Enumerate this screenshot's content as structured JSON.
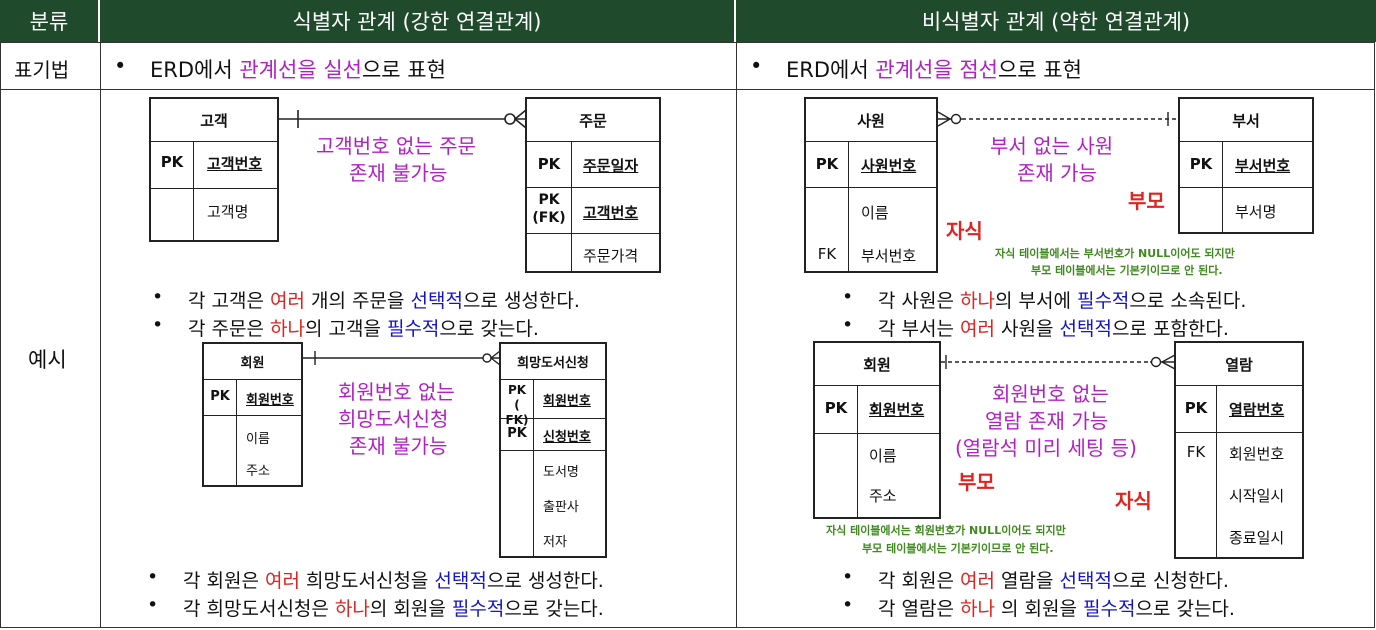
{
  "header": {
    "col1": "분류",
    "col2": "식별자 관계 (강한 연결관계)",
    "col3": "비식별자 관계 (약한 연결관계)"
  },
  "notation": {
    "label": "표기법",
    "left": {
      "pre": "ERD에서 ",
      "hl": "관계선을 실선",
      "post": "으로 표현"
    },
    "right": {
      "pre": "ERD에서 ",
      "hl": "관계선을 점선",
      "post": "으로 표현"
    }
  },
  "example_label": "예시",
  "left": {
    "d1": {
      "customer": {
        "title": "고객",
        "pk": "PK",
        "pk_attr": "고객번호",
        "attr": "고객명"
      },
      "order": {
        "title": "주문",
        "pk1": "PK",
        "pk1_attr": "주문일자",
        "pk2a": "PK",
        "pk2b": "(FK)",
        "pk2_attr": "고객번호",
        "attr": "주문가격"
      },
      "note1": "고객번호 없는 주문",
      "note2": "존재 불가능",
      "s1": {
        "a": "각 고객은 ",
        "b": "여러",
        "c": " 개의 주문을 ",
        "d": "선택적",
        "e": "으로 생성한다."
      },
      "s2": {
        "a": "각 주문은 ",
        "b": "하나",
        "c": "의 고객을 ",
        "d": "필수적",
        "e": "으로 갖는다."
      }
    },
    "d2": {
      "member": {
        "title": "회원",
        "pk": "PK",
        "pk_attr": "회원번호",
        "attr1": "이름",
        "attr2": "주소"
      },
      "request": {
        "title": "희망도서신청",
        "pk1a": "PK",
        "pk1b": "( FK)",
        "pk1_attr": "회원번호",
        "pk2": "PK",
        "pk2_attr": "신청번호",
        "attr1": "도서명",
        "attr2": "출판사",
        "attr3": "저자"
      },
      "note1": "회원번호 없는",
      "note2": "희망도서신청",
      "note3": "존재 불가능",
      "s1": {
        "a": "각 회원은 ",
        "b": "여러",
        "c": " 희망도서신청을 ",
        "d": "선택적",
        "e": "으로 생성한다."
      },
      "s2": {
        "a": "각 희망도서신청은 ",
        "b": "하나",
        "c": "의 회원을 ",
        "d": "필수적",
        "e": "으로 갖는다."
      }
    }
  },
  "right": {
    "d1": {
      "employee": {
        "title": "사원",
        "pk": "PK",
        "pk_attr": "사원번호",
        "attr1": "이름",
        "fk": "FK",
        "fk_attr": "부서번호"
      },
      "dept": {
        "title": "부서",
        "pk": "PK",
        "pk_attr": "부서번호",
        "attr": "부서명"
      },
      "note1": "부서 없는 사원",
      "note2": "존재 가능",
      "parent": "부모",
      "child": "자식",
      "small1": "자식 테이블에서는 부서번호가 NULL이어도 되지만",
      "small2": "부모 테이블에서는 기본키이므로 안 된다.",
      "s1": {
        "a": "각 사원은 ",
        "b": "하나",
        "c": "의 부서에 ",
        "d": "필수적",
        "e": "으로 소속된다."
      },
      "s2": {
        "a": "각 부서는 ",
        "b": "여러",
        "c": " 사원을 ",
        "d": "선택적",
        "e": "으로 포함한다."
      }
    },
    "d2": {
      "member": {
        "title": "회원",
        "pk": "PK",
        "pk_attr": "회원번호",
        "attr1": "이름",
        "attr2": "주소"
      },
      "view": {
        "title": "열람",
        "pk": "PK",
        "pk_attr": "열람번호",
        "fk": "FK",
        "fk_attr": "회원번호",
        "attr1": "시작일시",
        "attr2": "종료일시"
      },
      "note1": "회원번호 없는",
      "note2": "열람 존재 가능",
      "note3": "(열람석 미리 세팅 등)",
      "parent": "부모",
      "child": "자식",
      "small1": "자식 테이블에서는 회원번호가 NULL이어도 되지만",
      "small2": "부모 테이블에서는 기본키이므로 안 된다.",
      "s1": {
        "a": "각 회원은 ",
        "b": "여러",
        "c": " 열람을 ",
        "d": "선택적",
        "e": "으로 신청한다."
      },
      "s2": {
        "a": "각 열람은 ",
        "b": "하나",
        "c": " 의 회원을 ",
        "d": "필수적",
        "e": "으로 갖는다."
      }
    }
  }
}
